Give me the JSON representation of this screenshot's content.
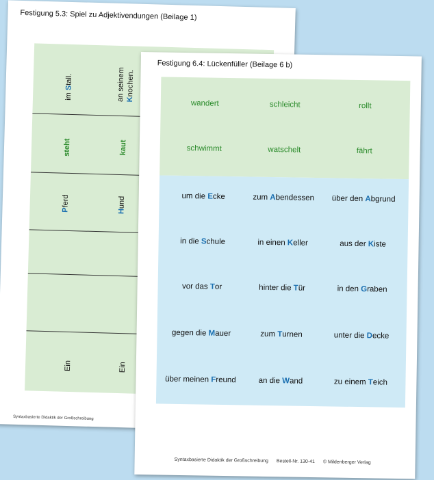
{
  "back_sheet": {
    "title": "Festigung 5.3: Spiel zu Adjektivendungen (Beilage 1)",
    "columns": [
      {
        "row1_pre": "im ",
        "row1_cap": "S",
        "row1_post": "tall.",
        "row1_line2_pre": "",
        "row1_line2_cap": "",
        "row1_line2_post": "",
        "verb": "steht",
        "noun_cap": "P",
        "noun_rest": "ferd",
        "article": "Ein"
      },
      {
        "row1_pre": "an seinem",
        "row1_cap": "",
        "row1_post": "",
        "row1_line2_pre": "",
        "row1_line2_cap": "K",
        "row1_line2_post": "nochen.",
        "verb": "kaut",
        "noun_cap": "H",
        "noun_rest": "und",
        "article": "Ein"
      }
    ],
    "footer": "Syntaxbasierte Didaktik der Großschreibung"
  },
  "front_sheet": {
    "title": "Festigung 6.4: Lückenfüller (Beilage 6 b)",
    "verbs": [
      [
        "wandert",
        "schleicht",
        "rollt"
      ],
      [
        "schwimmt",
        "watschelt",
        "fährt"
      ]
    ],
    "phrases": [
      [
        {
          "pre": "um die ",
          "cap": "E",
          "post": "cke"
        },
        {
          "pre": "zum ",
          "cap": "A",
          "post": "bendessen"
        },
        {
          "pre": "über den ",
          "cap": "A",
          "post": "bgrund"
        }
      ],
      [
        {
          "pre": "in die ",
          "cap": "S",
          "post": "chule"
        },
        {
          "pre": "in einen ",
          "cap": "K",
          "post": "eller"
        },
        {
          "pre": "aus der ",
          "cap": "K",
          "post": "iste"
        }
      ],
      [
        {
          "pre": "vor das ",
          "cap": "T",
          "post": "or"
        },
        {
          "pre": "hinter die ",
          "cap": "T",
          "post": "ür"
        },
        {
          "pre": "in den ",
          "cap": "G",
          "post": "raben"
        }
      ],
      [
        {
          "pre": "gegen die ",
          "cap": "M",
          "post": "auer"
        },
        {
          "pre": "zum ",
          "cap": "T",
          "post": "urnen"
        },
        {
          "pre": "unter die ",
          "cap": "D",
          "post": "ecke"
        }
      ],
      [
        {
          "pre": "über meinen ",
          "cap": "F",
          "post": "reund"
        },
        {
          "pre": "an die ",
          "cap": "W",
          "post": "and"
        },
        {
          "pre": "zu einem ",
          "cap": "T",
          "post": "eich"
        }
      ]
    ],
    "footer": {
      "book": "Syntaxbasierte Didaktik der Großschreibung",
      "order": "Bestell-Nr. 130-41",
      "publisher": "© Mildenberger Verlag"
    }
  },
  "colors": {
    "background": "#bcdcf0",
    "green_area": "#d9ecd3",
    "blue_area": "#cfeaf6",
    "verb_green": "#2a8a2a",
    "capital_blue": "#1a6fb0"
  }
}
